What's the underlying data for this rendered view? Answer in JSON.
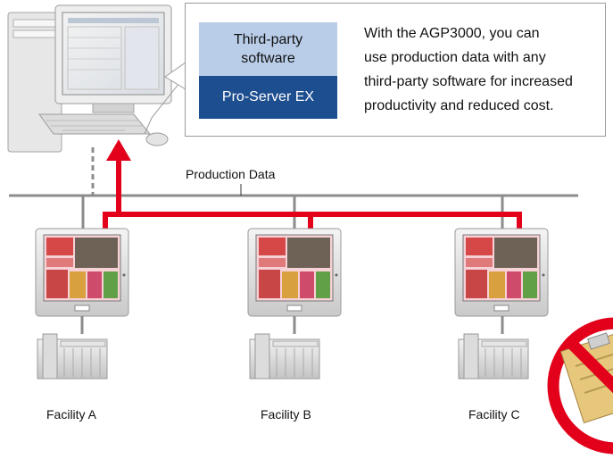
{
  "callout": {
    "software_top_line1": "Third-party",
    "software_top_line2": "software",
    "software_bottom": "Pro-Server EX",
    "description": [
      "With the AGP3000, you can",
      "use production data with any",
      "third-party software for increased",
      "productivity and reduced cost."
    ]
  },
  "network": {
    "label": "Production Data"
  },
  "facilities": [
    "Facility A",
    "Facility B",
    "Facility C"
  ],
  "colors": {
    "data_line": "#e2001a",
    "network_line": "#8c8c8c",
    "software_top_bg": "#b9cde8",
    "software_bottom_bg": "#1d4e8f",
    "prohibition": "#e2001a"
  },
  "icons": [
    "computer-workstation-icon",
    "touch-panel-hmi-icon",
    "plc-controller-icon",
    "prohibited-paper-clipboard-icon"
  ]
}
